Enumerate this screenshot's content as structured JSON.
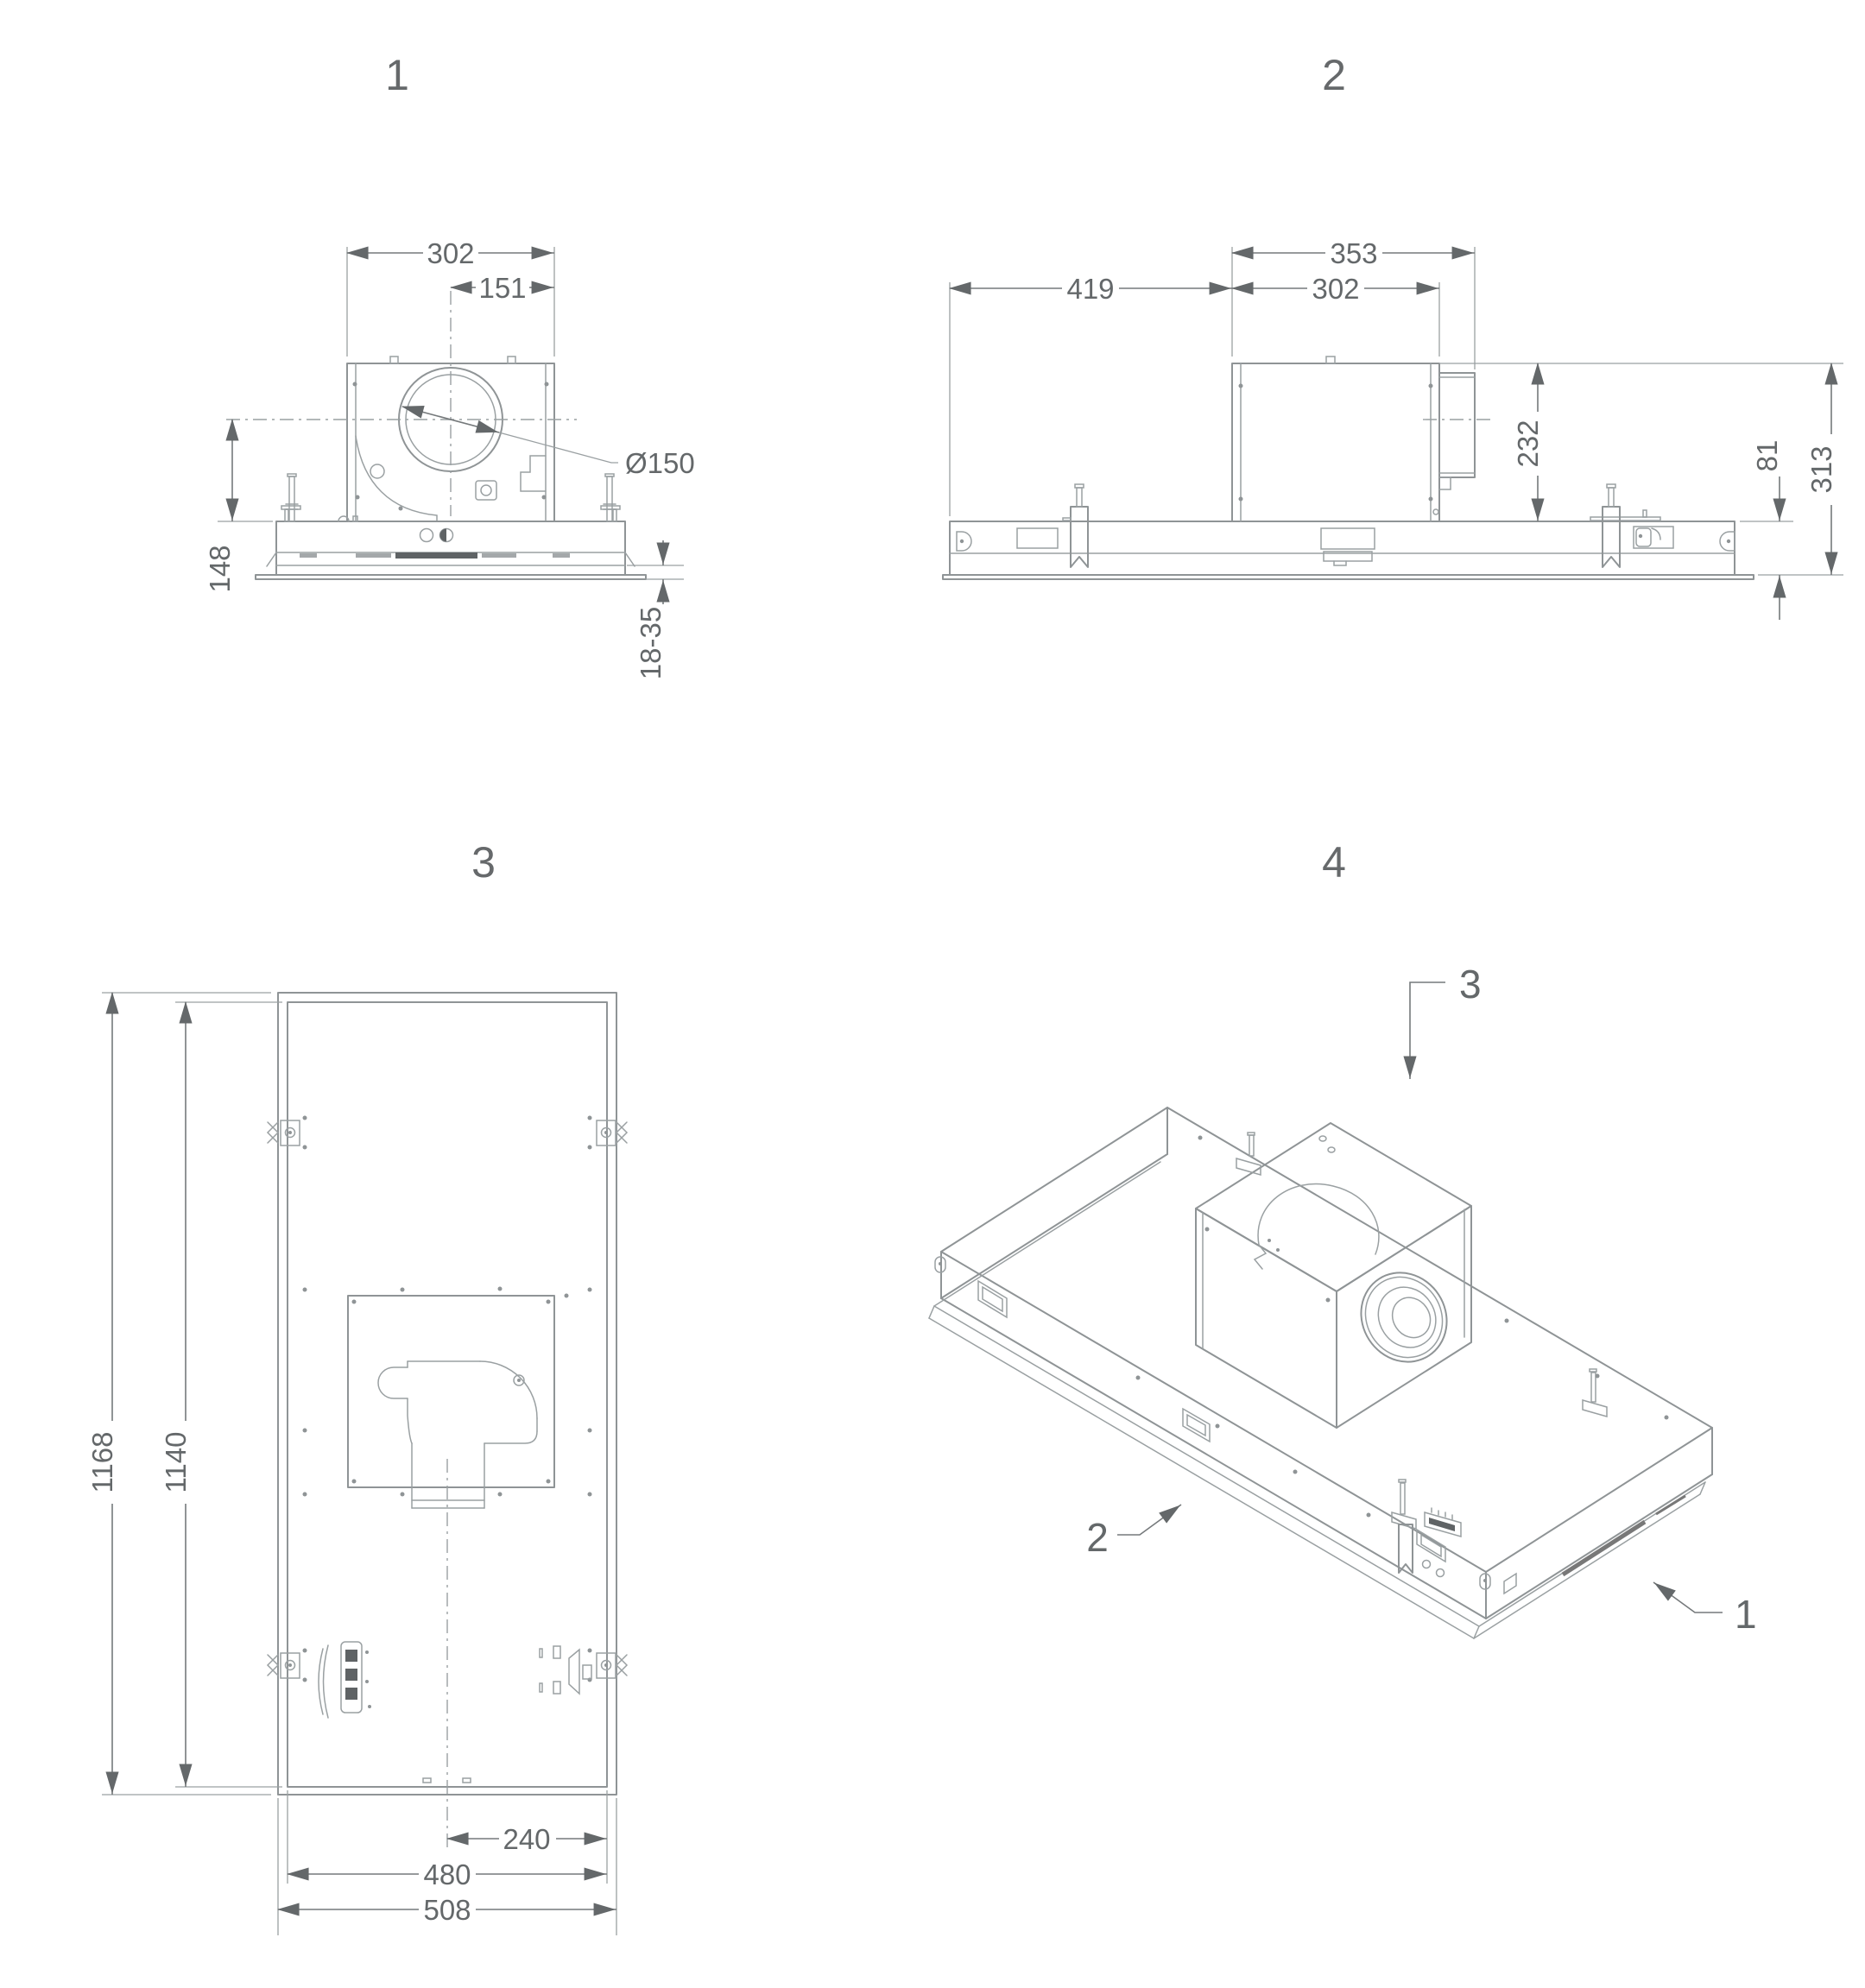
{
  "drawing": {
    "type": "technical-installation-drawing",
    "background": "#ffffff",
    "colors": {
      "line": "#8f9496",
      "dimension": "#75797b",
      "dimension_text": "#64686a",
      "dark_fill": "#5f6365"
    },
    "views": {
      "front": {
        "number": "1",
        "dims": {
          "width": "302",
          "half_width": "151",
          "duct_diameter": "Ø150",
          "center_to_panel": "148",
          "recess_depth": "18-35"
        }
      },
      "side": {
        "number": "2",
        "dims": {
          "box_with_spigot": "353",
          "left_offset": "419",
          "box_width": "302",
          "box_height": "232",
          "panel_height": "81",
          "total_height": "313"
        }
      },
      "plan": {
        "number": "3",
        "dims": {
          "outer_length": "1168",
          "inner_length": "1140",
          "half_width": "240",
          "inner_width": "480",
          "outer_width": "508"
        }
      },
      "isometric": {
        "number": "4",
        "callouts": {
          "motor_unit": "3",
          "housing": "2",
          "frame": "1"
        }
      }
    }
  }
}
